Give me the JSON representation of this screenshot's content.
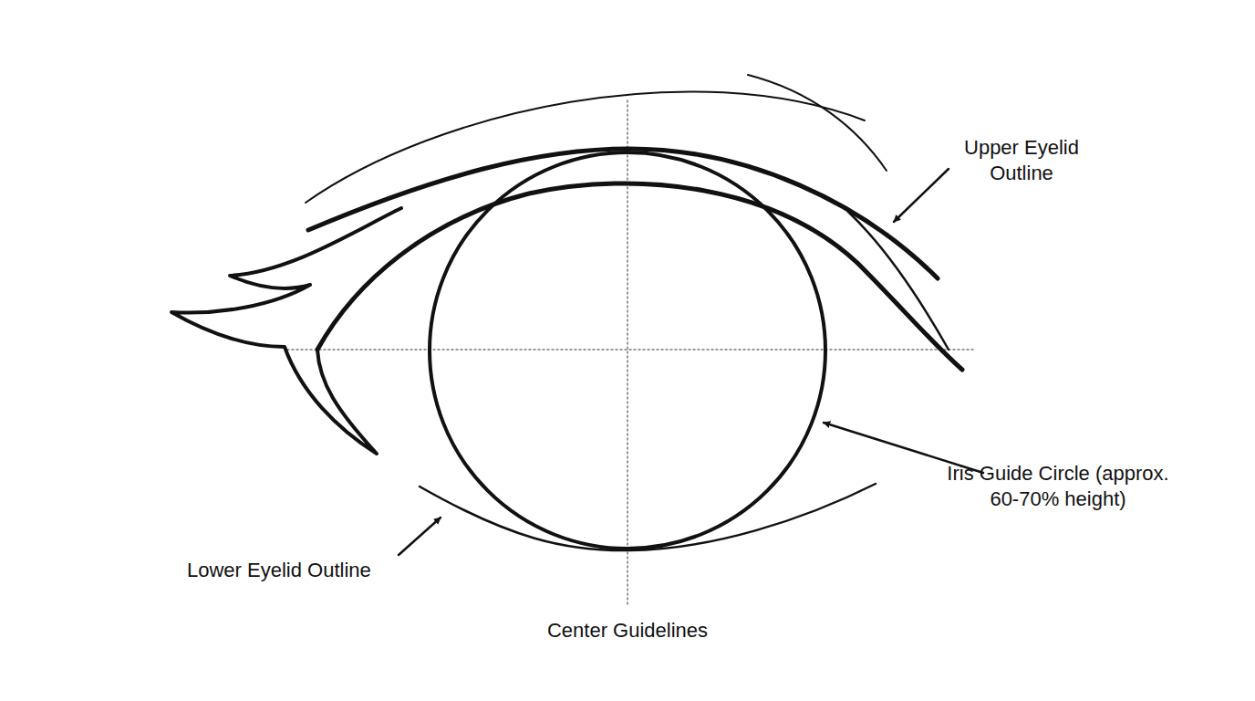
{
  "diagram": {
    "labels": [
      "Upper Eyelid Outline",
      "Iris Guide Circle (approx. 60-70% height)",
      "Lower Eyelid Outline",
      "Center Guidelines"
    ]
  }
}
